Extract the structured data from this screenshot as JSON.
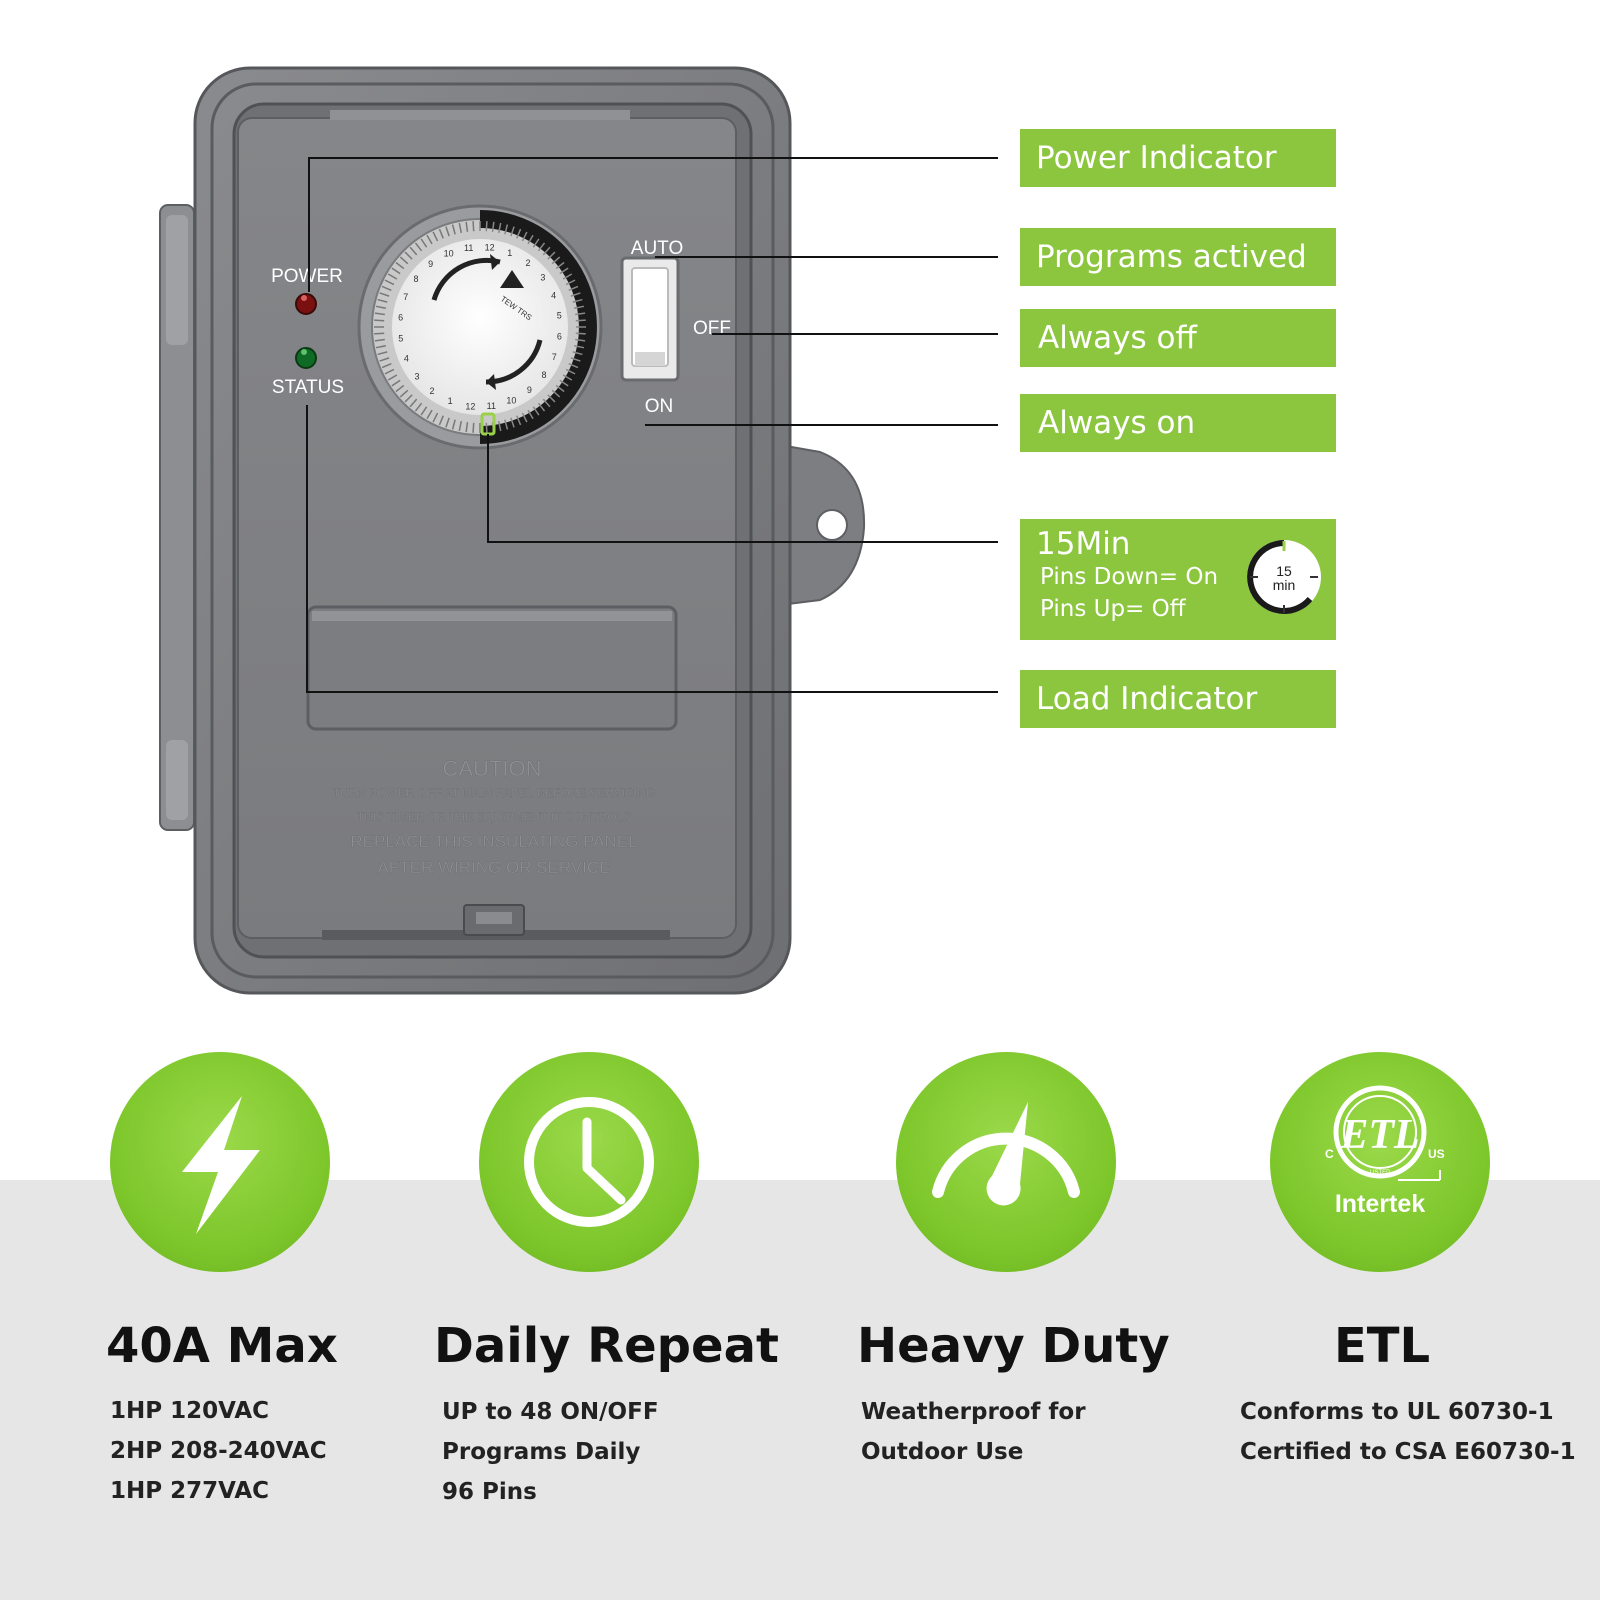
{
  "device": {
    "power_label": "POWER",
    "status_label": "STATUS",
    "switch_auto": "AUTO",
    "switch_off": "OFF",
    "switch_on": "ON",
    "dial_brand": "TEW TRS",
    "dial_hours": [
      "12",
      "1",
      "2",
      "3",
      "4",
      "5",
      "6",
      "7",
      "8",
      "9",
      "10",
      "11"
    ],
    "caution_title": "CAUTION",
    "caution_lines": [
      "TURN POWER OFF AT MAIN PANEL BEFORE SERVICING",
      "THIS TIMER OR THE EQUIPMENT IT CONTROLS",
      "REPLACE THIS INSULATING PANEL",
      "AFTER WIRING OR SERVICE"
    ]
  },
  "callouts": {
    "power_indicator": "Power Indicator",
    "programs_actived": "Programs actived",
    "always_off": "Always off",
    "always_on": "Always on",
    "min15_title": "15Min",
    "min15_line1": "Pins Down= On",
    "min15_line2": "Pins Up= Off",
    "min15_icon_top": "15",
    "min15_icon_bottom": "min",
    "load_indicator": "Load Indicator"
  },
  "features": [
    {
      "title": "40A Max",
      "icon": "lightning-icon",
      "lines": [
        "1HP 120VAC",
        "2HP  208-240VAC",
        "1HP  277VAC"
      ]
    },
    {
      "title": "Daily Repeat",
      "icon": "clock-icon",
      "lines": [
        "UP to 48 ON/OFF",
        "Programs Daily",
        "96 Pins"
      ]
    },
    {
      "title": "Heavy Duty",
      "icon": "gauge-icon",
      "lines": [
        "Weatherproof for",
        "Outdoor  Use"
      ]
    },
    {
      "title": "ETL",
      "icon": "etl-logo",
      "logo_text": [
        "ETL",
        "C",
        "US",
        "LISTED",
        "Intertek"
      ],
      "lines": [
        "Conforms to UL 60730-1",
        "Certified to CSA E60730-1"
      ]
    }
  ],
  "colors": {
    "accent_green": "#8cc63f",
    "enclosure_gray": "#7b7c7f",
    "band_gray": "#e6e6e6"
  }
}
